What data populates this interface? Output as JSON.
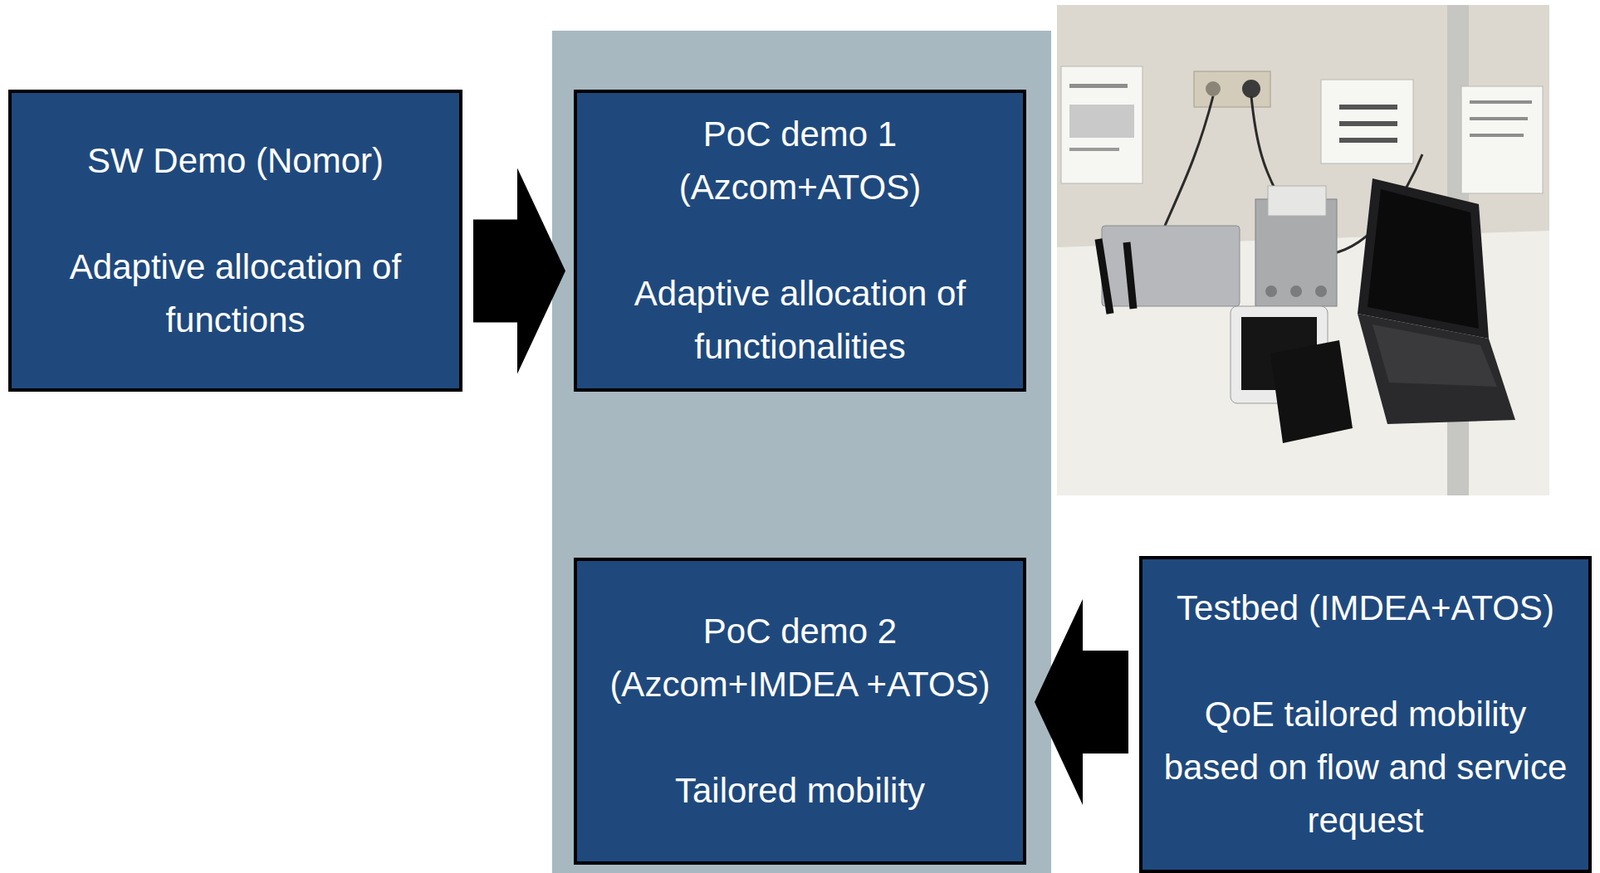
{
  "diagram": {
    "nodes": [
      {
        "text": [
          "SW Demo (Nomor)",
          "Adaptive allocation of functions"
        ]
      },
      {
        "text": [
          "PoC demo 1 (Azcom+ATOS)",
          "Adaptive allocation of functionalities"
        ]
      },
      {
        "text": [
          "PoC demo 2 (Azcom+IMDEA +ATOS)",
          "Tailored mobility"
        ]
      },
      {
        "text": [
          "Testbed (IMDEA+ATOS)",
          "QoE tailored mobility based on flow and service request"
        ]
      }
    ],
    "edges": [
      {
        "from": 0,
        "to": 1,
        "arrow": "to"
      },
      {
        "from": 3,
        "to": 2,
        "arrow": "to"
      }
    ]
  }
}
